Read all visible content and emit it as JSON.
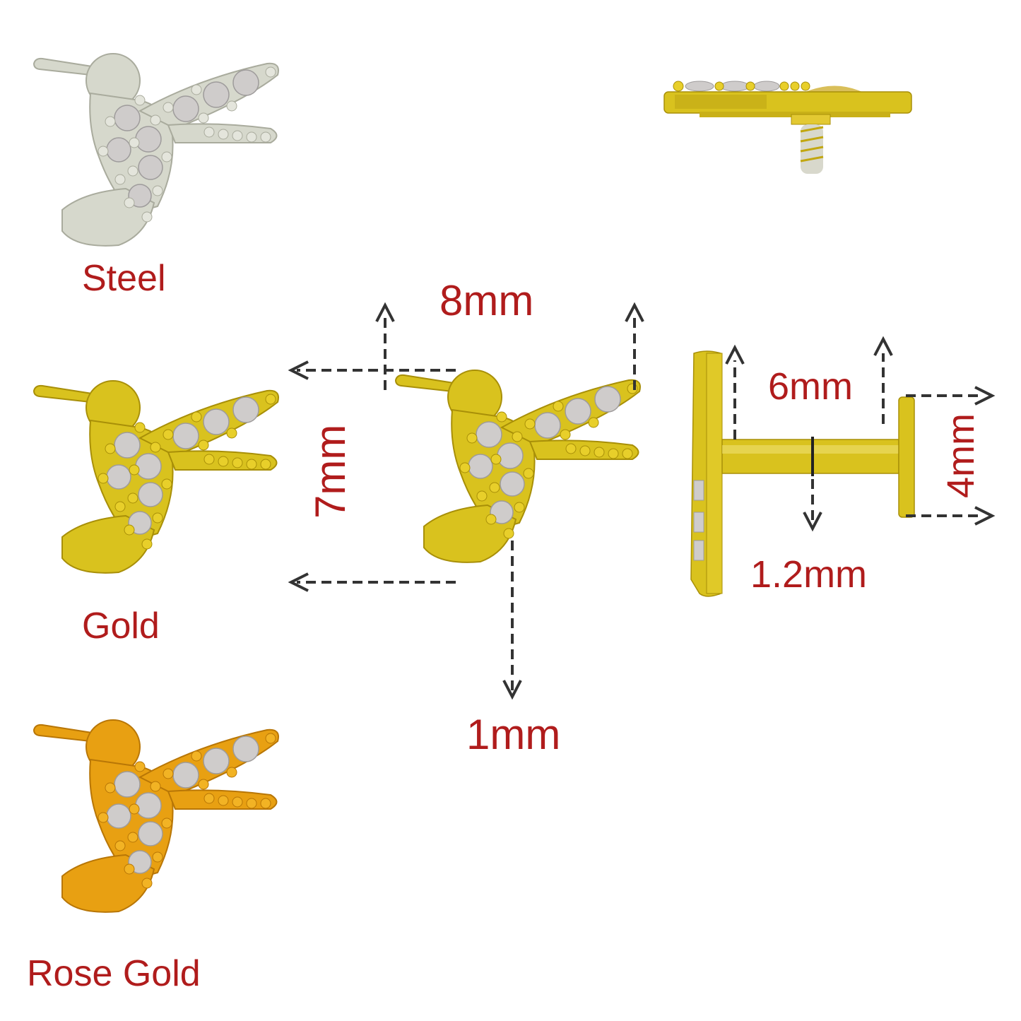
{
  "variants": [
    {
      "label": "Steel",
      "color": "#d6d8cc",
      "shade": "#a9ab9d",
      "bead": "#e4e5dc"
    },
    {
      "label": "Gold",
      "color": "#d9c21e",
      "shade": "#a88f08",
      "bead": "#e8cf2a"
    },
    {
      "label": "Rose Gold",
      "color": "#e8a012",
      "shade": "#b87606",
      "bead": "#f2b324"
    }
  ],
  "dimensions": {
    "width": "8mm",
    "height": "7mm",
    "thickness": "1mm",
    "post_length": "6mm",
    "post_diameter": "1.2mm",
    "disc_diameter": "4mm"
  },
  "colors": {
    "label_red": "#b01c1c",
    "arrow_gray": "#333333",
    "gem": "#cfcccb",
    "gold": "#d9c21e",
    "screw": "#d8d8cc"
  },
  "views": {
    "top_view": "side-profile-with-screw",
    "front_view": "front-with-dimensions",
    "side_view": "side-with-post"
  }
}
